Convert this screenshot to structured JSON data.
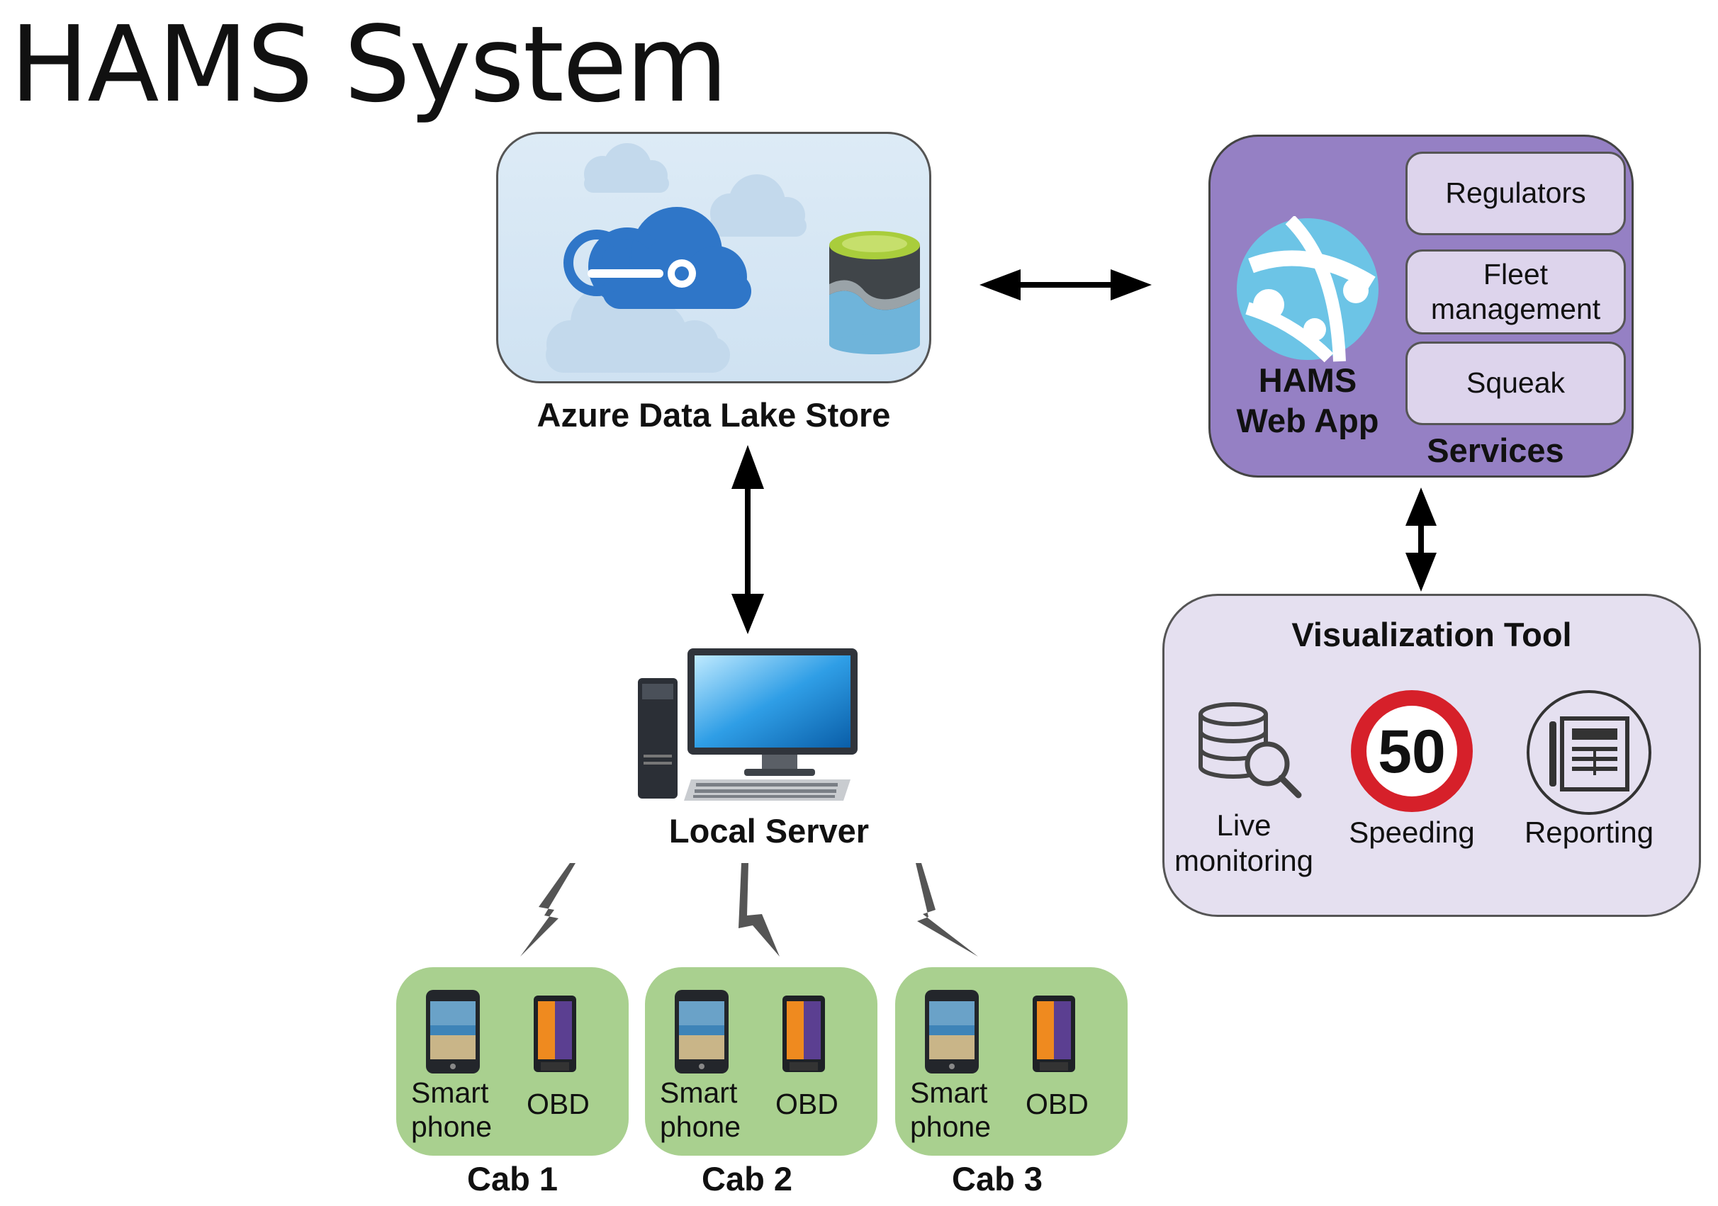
{
  "title": "HAMS System",
  "datalake": {
    "label": "Azure Data Lake Store"
  },
  "webapp": {
    "label_line1": "HAMS",
    "label_line2": "Web App",
    "services_label": "Services",
    "services": [
      "Regulators",
      "Fleet management",
      "Squeak"
    ]
  },
  "visualization": {
    "title": "Visualization Tool",
    "tools": [
      {
        "label": "Live monitoring",
        "icon": "database-search-icon"
      },
      {
        "label": "Speeding",
        "icon": "speed-limit-sign-icon",
        "sign_value": "50"
      },
      {
        "label": "Reporting",
        "icon": "report-icon"
      }
    ]
  },
  "server": {
    "label": "Local Server"
  },
  "cabs": [
    {
      "name": "Cab 1",
      "device1": "Smart phone",
      "device2": "OBD"
    },
    {
      "name": "Cab 2",
      "device1": "Smart phone",
      "device2": "OBD"
    },
    {
      "name": "Cab 3",
      "device1": "Smart phone",
      "device2": "OBD"
    }
  ],
  "colors": {
    "datalake_bg": "#d7e7f5",
    "webapp_bg": "#9580c4",
    "service_bg": "#ddd4ec",
    "visualization_bg": "#e5e0f0",
    "cab_bg": "#a9d08f",
    "azure_blue": "#2f76c8",
    "sign_red": "#d6202a"
  }
}
